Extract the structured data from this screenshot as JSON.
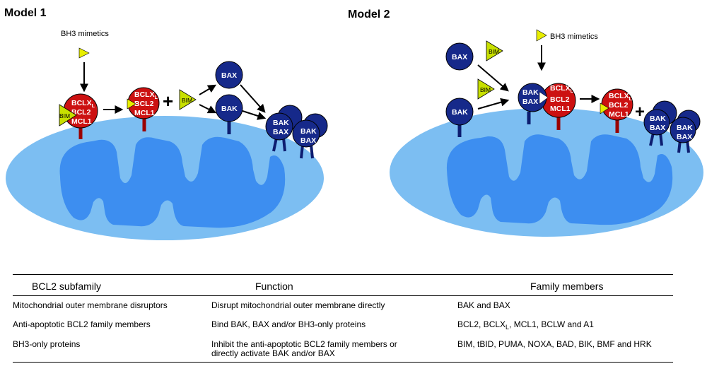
{
  "model1": {
    "title": "Model 1",
    "mimetics_label": "BH3 mimetics",
    "complex_labels": [
      "BCLX",
      "BCL2",
      "MCL1"
    ],
    "complex_sub": "L",
    "bim": "BIM",
    "plus": "+",
    "bax": "BAX",
    "bak": "BAK",
    "oligomer": [
      "BAK",
      "BAX",
      "BAK",
      "BAX"
    ]
  },
  "model2": {
    "title": "Model 2",
    "mimetics_label": "BH3 mimetics",
    "bax": "BAX",
    "bak": "BAK",
    "bim_a": "BIM",
    "bim_b": "BIM",
    "bound_effector": [
      "BAK",
      "BAX"
    ],
    "complex_labels": [
      "BCLX",
      "BCL2",
      "MCL1"
    ],
    "complex_sub": "L",
    "plus": "+",
    "oligomer": [
      "BAK",
      "BAX",
      "BAK",
      "BAX"
    ]
  },
  "colors": {
    "red_protein": "#cc1111",
    "blue_protein": "#16298a",
    "bim_triangle": "#c8e000",
    "mito_outer": "#7cbef2",
    "mito_inner": "#3d8ef0"
  },
  "table": {
    "headers": [
      "BCL2 subfamily",
      "Function",
      "Family members"
    ],
    "rows": [
      {
        "subfamily": "Mitochondrial outer membrane disruptors",
        "function": [
          "Disrupt mitochondrial outer membrane directly"
        ],
        "members": "BAK and BAX"
      },
      {
        "subfamily": "Anti-apoptotic BCL2 family members",
        "function": [
          "Bind BAK, BAX and/or BH3-only proteins"
        ],
        "members_pre": "BCL2, BCLX",
        "members_sub": "L",
        "members_post": ", MCL1, BCLW and A1"
      },
      {
        "subfamily": "BH3-only proteins",
        "function": [
          "Inhibit the anti-apoptotic BCL2 family members or",
          "directly activate BAK and/or BAX"
        ],
        "members": "BIM, tBID, PUMA, NOXA, BAD, BIK, BMF and HRK"
      }
    ]
  }
}
